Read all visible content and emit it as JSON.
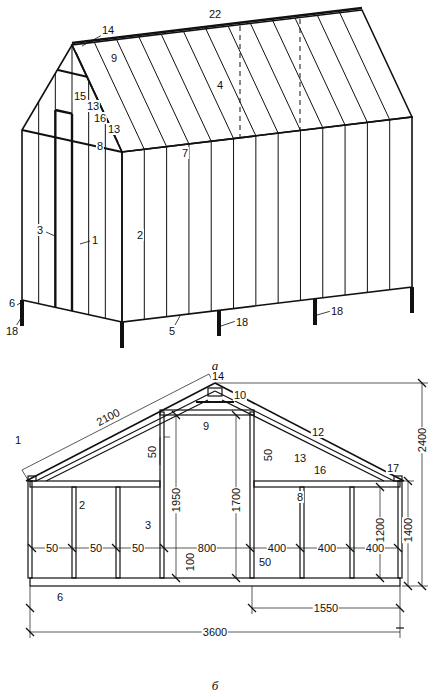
{
  "diagram": {
    "labels": [
      "22",
      "14",
      "9",
      "4",
      "15",
      "13",
      "16",
      "13",
      "8",
      "7",
      "3",
      "1",
      "2",
      "6",
      "5",
      "18",
      "18",
      "18",
      "а",
      "2100",
      "14",
      "10",
      "9",
      "12",
      "50",
      "50",
      "13",
      "16",
      "17",
      "1",
      "2",
      "3",
      "1950",
      "1700",
      "8",
      "2400",
      "1400",
      "1200",
      "50",
      "50",
      "50",
      "50",
      "800",
      "400",
      "400",
      "400",
      "100",
      "6",
      "1550",
      "3600",
      "б"
    ]
  }
}
